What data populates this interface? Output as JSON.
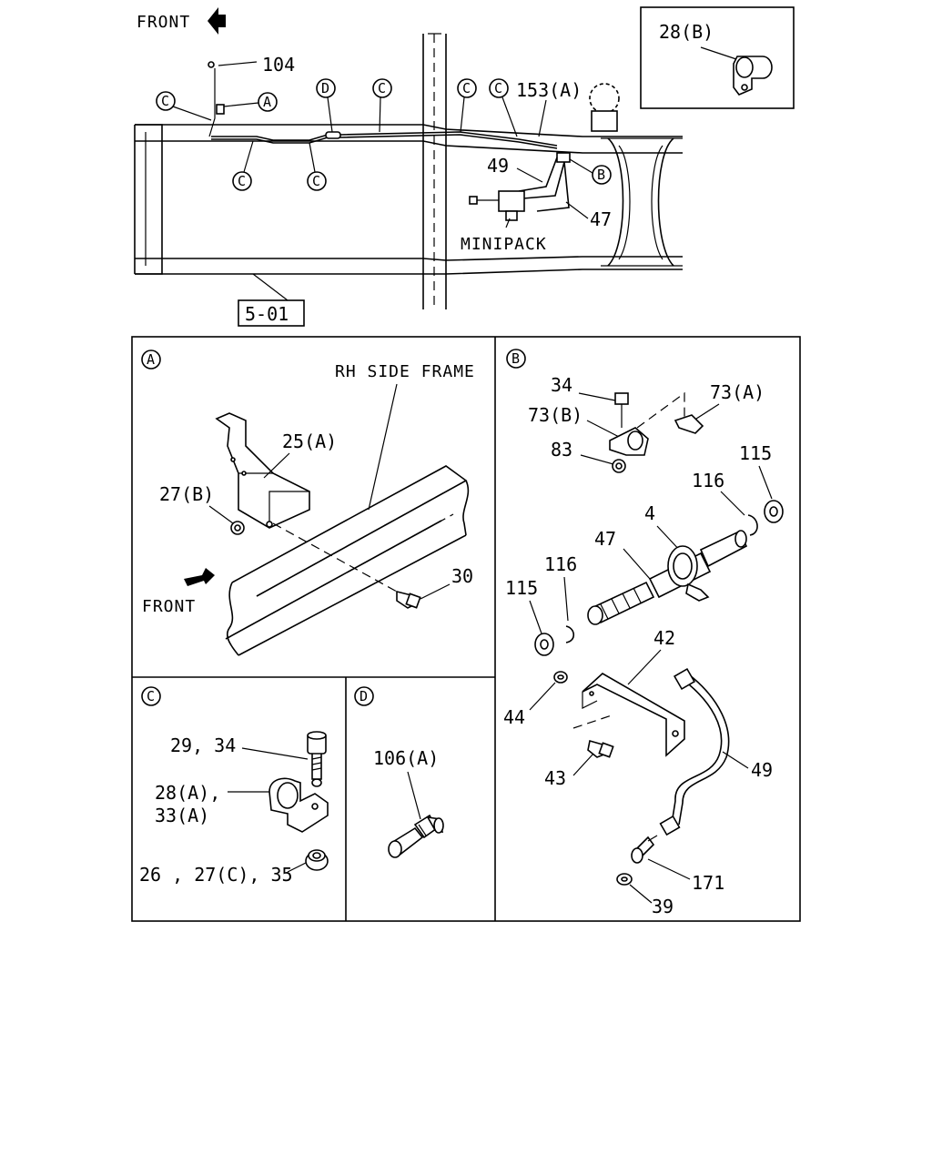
{
  "top": {
    "front_label": "FRONT",
    "labels": {
      "p104": "104",
      "p153a": "153(A)",
      "p49": "49",
      "p47": "47",
      "minipack": "MINIPACK",
      "ref": "5-01",
      "inset_28b": "28(B)"
    },
    "callouts": {
      "A": "A",
      "B": "B",
      "C": "C",
      "D": "D"
    }
  },
  "panel_a": {
    "letter": "A",
    "rh_side_frame": "RH SIDE FRAME",
    "p25a": "25(A)",
    "p27b": "27(B)",
    "p30": "30",
    "front_label": "FRONT"
  },
  "panel_b": {
    "letter": "B",
    "p34": "34",
    "p73a": "73(A)",
    "p73b": "73(B)",
    "p83": "83",
    "p115_top": "115",
    "p116_top": "116",
    "p4": "4",
    "p47": "47",
    "p116_bottom": "116",
    "p115_bottom": "115",
    "p42": "42",
    "p44": "44",
    "p43": "43",
    "p49": "49",
    "p171": "171",
    "p39": "39"
  },
  "panel_c": {
    "letter": "C",
    "p29_34": "29, 34",
    "p28a": "28(A),",
    "p33a": "33(A)",
    "p26_27c_35": "26 , 27(C), 35"
  },
  "panel_d": {
    "letter": "D",
    "p106a": "106(A)"
  }
}
